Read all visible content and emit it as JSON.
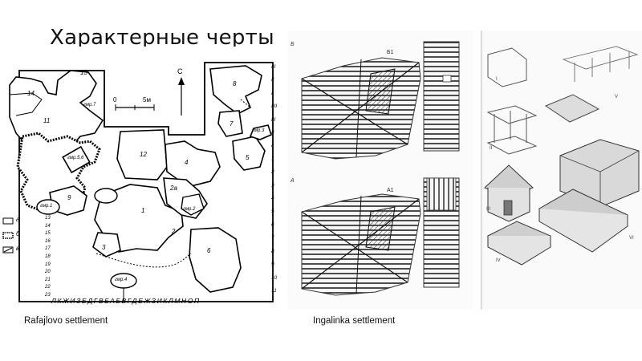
{
  "slide": {
    "title": "Характерные черты п",
    "captions": {
      "left": "Rafajlovo settlement",
      "middle": "Ingalinka settlement"
    }
  },
  "left_plan": {
    "compass": "С",
    "scale_zero": "0",
    "scale_end": "5м",
    "house_numbers": [
      "1",
      "2",
      "2a",
      "3",
      "4",
      "5",
      "6",
      "7",
      "8",
      "9",
      "11",
      "12",
      "13",
      "14"
    ],
    "pit_labels": [
      "гмр.1",
      "гмр.2",
      "гмр.3",
      "гмр.4",
      "гмр.5,6",
      "гмр.7"
    ],
    "bottom_ruler": "ЛКЖИЗЕДГВБАБВГДЕЖЗИКЛМНОП",
    "right_ruler": [
      "III",
      "II",
      "I",
      "IIII",
      "III",
      "II",
      "I",
      "1",
      "2",
      "3",
      "4",
      "5",
      "6",
      "7",
      "8",
      "9",
      "10",
      "11"
    ],
    "left_ruler": [
      "13",
      "14",
      "15",
      "16",
      "17",
      "18",
      "19",
      "20",
      "21",
      "22",
      "23"
    ],
    "legend": [
      "а",
      "б",
      "в"
    ]
  },
  "middle_plan": {
    "panel_labels": [
      "A",
      "Б"
    ],
    "house_labels": [
      "Б1",
      "А1"
    ]
  },
  "right_plan": {
    "roman_labels": [
      "I",
      "II",
      "III",
      "IV",
      "V",
      "VI"
    ]
  }
}
